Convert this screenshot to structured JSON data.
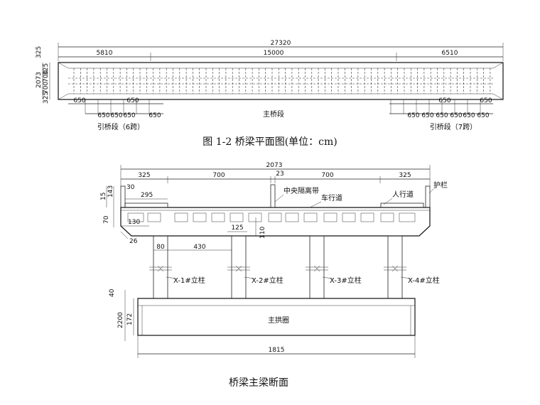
{
  "plan": {
    "overall_dim": "27320",
    "seg_left": "5810",
    "seg_mid": "15000",
    "seg_right": "6510",
    "width_dims": [
      "325",
      "2073",
      "325",
      "700",
      "700",
      "325"
    ],
    "span_labels": [
      "650",
      "650",
      "650",
      "650",
      "650",
      "650",
      "650",
      "650",
      "650",
      "650",
      "650",
      "650",
      "650",
      "650"
    ],
    "main_label": "主桥段",
    "approach_left": "引桥段（6跨）",
    "approach_right": "引桥段（7跨）",
    "caption": "图 1-2   桥梁平面图(单位：cm)"
  },
  "section": {
    "overall_dim": "2073",
    "top_dims": [
      "325",
      "700",
      "23",
      "700",
      "325"
    ],
    "labels": {
      "median": "中央隔离带",
      "lane": "车行道",
      "sidewalk": "人行道",
      "railing": "护栏",
      "arch": "主拱圈"
    },
    "left_dims": [
      "15",
      "143",
      "30",
      "295",
      "70",
      "130",
      "26"
    ],
    "mid_dims": [
      "125",
      "110",
      "80",
      "430"
    ],
    "arch_dims": [
      "40",
      "2200",
      "172"
    ],
    "columns": [
      "X-1#立柱",
      "X-2#立柱",
      "X-3#立柱",
      "X-4#立柱"
    ],
    "arch_width": "1815",
    "caption": "桥梁主梁断面"
  }
}
